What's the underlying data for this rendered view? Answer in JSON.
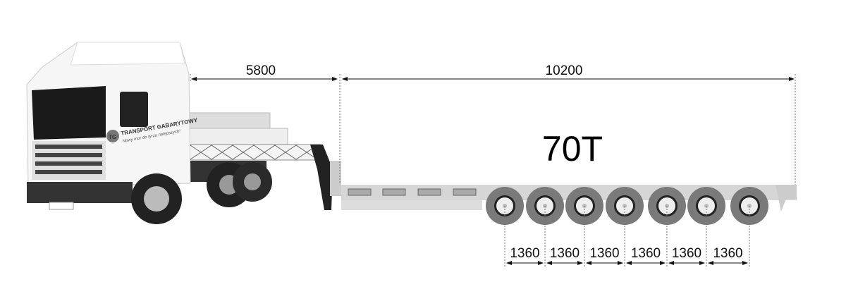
{
  "diagram": {
    "capacity_label": "70T",
    "tractor_length": "5800",
    "trailer_length": "10200",
    "axle_spacings": [
      "1360",
      "1360",
      "1360",
      "1360",
      "1360",
      "1360"
    ],
    "axle_count": 7,
    "logo": {
      "initials": "TG",
      "company": "TRANSPORT GABARYTOWY",
      "slogan": "Nowy mor do tyrzu nalepszych!"
    }
  }
}
